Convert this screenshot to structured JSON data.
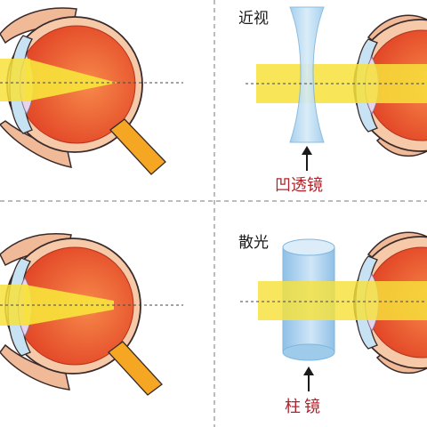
{
  "panels": {
    "myopia": {
      "title": "近视",
      "lens_label": "凹透镜"
    },
    "astigmatism": {
      "title": "散光",
      "lens_label": "柱镜"
    }
  },
  "colors": {
    "beam": "#f7e23b",
    "beam_edge": "#f2c81f",
    "retina": "#e94a2c",
    "retina_inner": "#f3733d",
    "sclera": "#f6c9a8",
    "outline": "#3a2a2a",
    "cornea": "#c7e3f3",
    "lens_blue": "#a9d1ec",
    "lens_blue_dark": "#7fb6df",
    "eyelid": "#f0b998",
    "nerve": "#f5a623",
    "divider": "#7a7a7a",
    "label_red": "#b0232a"
  },
  "icons": [
    "arrow-up-icon",
    "eye-illustration"
  ]
}
